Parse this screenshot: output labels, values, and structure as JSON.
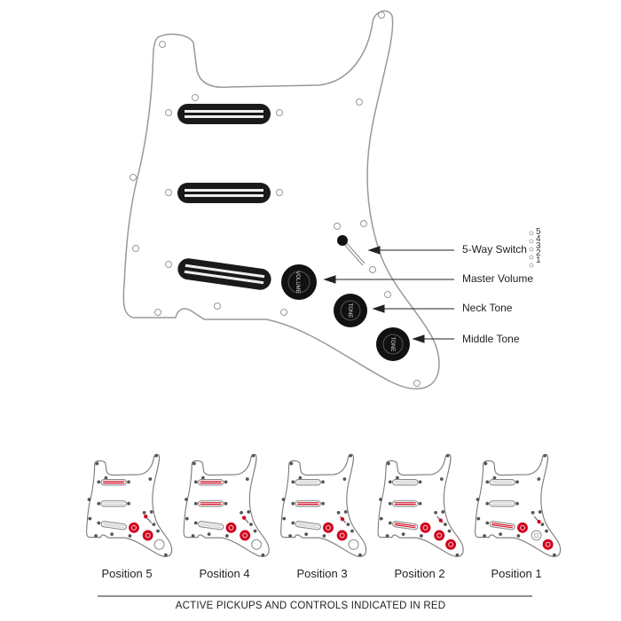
{
  "labels": {
    "switch": "5-Way Switch",
    "volume": "Master Volume",
    "neck_tone": "Neck Tone",
    "middle_tone": "Middle Tone"
  },
  "knob_text": {
    "volume": "VOLUME",
    "tone": "TONE"
  },
  "switch_positions": [
    "5",
    "4",
    "3",
    "2",
    "1"
  ],
  "positions": [
    {
      "label": "Position 5",
      "neck": true,
      "middle": false,
      "bridge": false,
      "volume": true,
      "neck_tone": true,
      "middle_tone": false
    },
    {
      "label": "Position 4",
      "neck": true,
      "middle": true,
      "bridge": false,
      "volume": true,
      "neck_tone": true,
      "middle_tone": false
    },
    {
      "label": "Position 3",
      "neck": false,
      "middle": true,
      "bridge": false,
      "volume": true,
      "neck_tone": true,
      "middle_tone": false
    },
    {
      "label": "Position 2",
      "neck": false,
      "middle": true,
      "bridge": true,
      "volume": true,
      "neck_tone": true,
      "middle_tone": true
    },
    {
      "label": "Position 1",
      "neck": false,
      "middle": false,
      "bridge": true,
      "volume": true,
      "neck_tone": false,
      "middle_tone": true
    }
  ],
  "caption": "ACTIVE PICKUPS AND CONTROLS INDICATED IN RED",
  "colors": {
    "active": "#d0021b",
    "pickup": "#1a1a1a",
    "inactive": "#cccccc"
  }
}
